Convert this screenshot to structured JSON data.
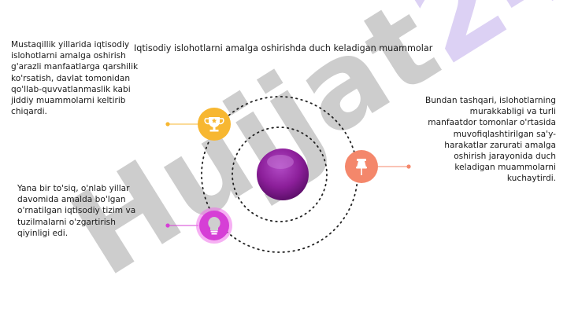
{
  "watermark": {
    "text": "Hujjat24",
    "text_color": "#c8c8c8",
    "accent_text": "24",
    "accent_color": "#d9cdf3"
  },
  "title": "Iqtisodiy islohotlarni amalga oshirishda duch keladigan muammolar",
  "notes": {
    "top_left": [
      "Mustaqillik yillarida iqtisodiy",
      "islohotlarni amalga oshirish",
      "g'arazli manfaatlarga qarshilik",
      "ko'rsatish, davlat tomonidan",
      "qo'llab-quvvatlanmaslik kabi",
      "jiddiy muammolarni keltirib",
      "chiqardi."
    ],
    "bottom_left": [
      "Yana bir to'siq, o'nlab yillar",
      "davomida amalda bo'lgan",
      "o'rnatilgan iqtisodiy tizim va",
      "tuzilmalarni o'zgartirish",
      "qiyinligi edi."
    ],
    "right": [
      "Bundan tashqari, islohotlarning",
      "murakkabligi va turli",
      "manfaatdor tomonlar o'rtasida",
      "muvofiqlashtirilgan sa'y-",
      "harakatlar zarurati amalga",
      "oshirish jarayonida duch",
      "keladigan muammolarni",
      "kuchaytirdi."
    ]
  },
  "nodes": {
    "trophy": {
      "icon": "trophy-icon",
      "color": "#f7b731"
    },
    "pin": {
      "icon": "pushpin-icon",
      "color": "#f4876b"
    },
    "bulb": {
      "icon": "lightbulb-icon",
      "color": "#d63fd6"
    },
    "center": {
      "color": "#8c1f9a"
    }
  }
}
